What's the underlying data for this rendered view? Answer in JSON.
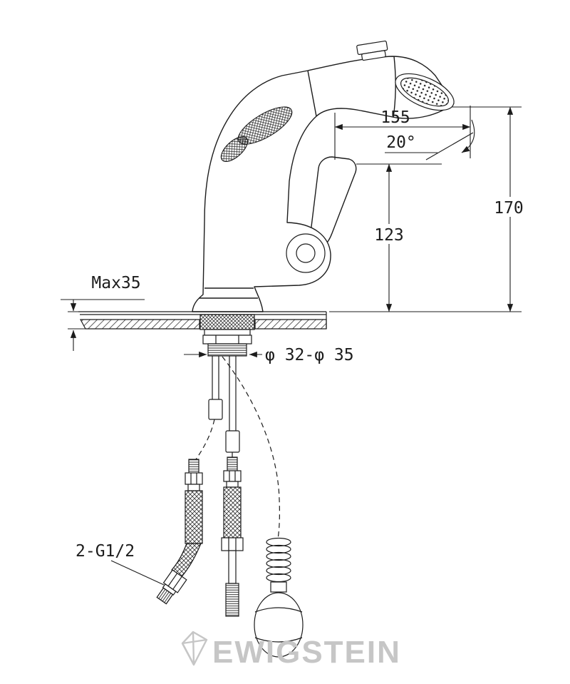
{
  "page": {
    "background": "#ffffff"
  },
  "diagram": {
    "type": "technical-line-drawing",
    "subject": "pull-out spray basin faucet installation dimension drawing",
    "units": "mm",
    "annotations": {
      "spout_reach": "155",
      "spray_angle": "20°",
      "overall_height": "170",
      "body_height": "123",
      "max_deck_thickness": "Max35",
      "mounting_hole_diameter": "φ 32-φ 35",
      "inlet_connections": "2-G1/2"
    },
    "colors": {
      "line": "#1c1c1c",
      "watermark": "#c6c6c6",
      "background": "#ffffff"
    },
    "watermark": {
      "text": "EWIGSTEIN",
      "logo": "diamond-gem"
    }
  }
}
